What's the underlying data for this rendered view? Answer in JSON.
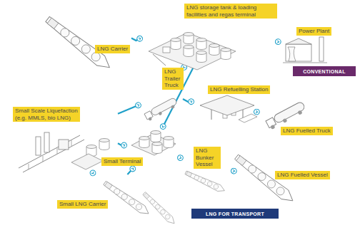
{
  "diagram": {
    "nodes": [
      {
        "text": [
          "LNG storage tank & loading facilities and regas terminal"
        ]
      },
      {
        "text": [
          "Power Plant"
        ]
      },
      {
        "text": [
          "LNG Carrier"
        ]
      },
      {
        "text": [
          "CONVENTIONAL"
        ]
      },
      {
        "text": [
          "LNG Trailer Truck"
        ]
      },
      {
        "text": [
          "LNG Refuelling Station"
        ]
      },
      {
        "text": [
          "Small Scale Liquefaction",
          "(e.g. MMLS, bio LNG)"
        ]
      },
      {
        "text": [
          "LNG Fuelled Truck"
        ]
      },
      {
        "text": [
          "LNG Bunker Vessel"
        ]
      },
      {
        "text": [
          "Small Terminal"
        ]
      },
      {
        "text": [
          "LNG Fuelled Vessel"
        ]
      },
      {
        "text": [
          "Small LNG Carrier"
        ]
      },
      {
        "text": [
          "LNG FOR TRANSPORT"
        ]
      }
    ],
    "edges": [
      {
        "from": 2,
        "to": 0,
        "arrow": "to"
      },
      {
        "from": 0,
        "to": 1,
        "arrow": "to"
      },
      {
        "from": 0,
        "to": 4,
        "arrow": "to"
      },
      {
        "from": 4,
        "to": 5,
        "arrow": "to"
      },
      {
        "from": 5,
        "to": 7,
        "arrow": "to"
      },
      {
        "from": 6,
        "to": 4,
        "arrow": "to"
      },
      {
        "from": 6,
        "to": 9,
        "arrow": "to"
      },
      {
        "from": 0,
        "to": 9,
        "arrow": "to"
      },
      {
        "from": 11,
        "to": 9,
        "arrow": "to"
      },
      {
        "from": 9,
        "to": 8,
        "arrow": "to"
      },
      {
        "from": 8,
        "to": 10,
        "arrow": "to"
      },
      {
        "from": 6,
        "to": 11,
        "arrow": "to"
      }
    ]
  }
}
